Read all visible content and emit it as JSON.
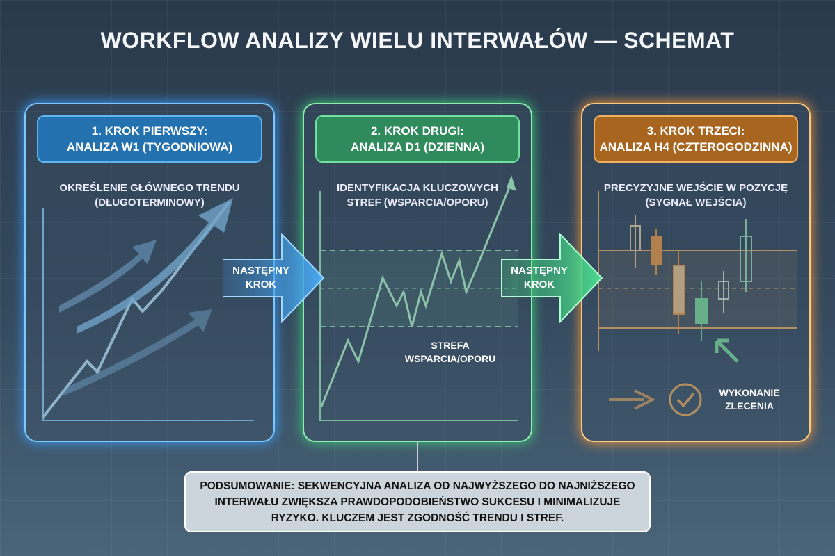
{
  "title": "WORKFLOW ANALIZY WIELU INTERWAŁÓW — SCHEMAT",
  "steps": [
    {
      "header_line1": "1. KROK PIERWSZY:",
      "header_line2": "ANALIZA W1 (TYGODNIOWA)",
      "desc_line1": "OKREŚLENIE GŁÓWNEGO TRENDU",
      "desc_line2": "(DŁUGOTERMINOWY)",
      "color": "#5fb4f0"
    },
    {
      "header_line1": "2. KROK DRUGI:",
      "header_line2": "ANALIZA D1 (DZIENNA)",
      "desc_line1": "IDENTYFIKACJA KLUCZOWYCH",
      "desc_line2": "STREF (WSPARCIA/OPORU)",
      "zone_label_line1": "STREFA",
      "zone_label_line2": "WSPARCIA/OPORU",
      "color": "#6fe0a0"
    },
    {
      "header_line1": "3. KROK TRZECI:",
      "header_line2": "ANALIZA H4 (CZTEROGODZINNA)",
      "desc_line1": "PRECYZYJNE WEJŚCIE W POZYCJĘ",
      "desc_line2": "(SYGNAŁ WEJŚCIA)",
      "exec_line1": "WYKONANIE",
      "exec_line2": "ZLECENIA",
      "color": "#f2b060"
    }
  ],
  "next_step": {
    "line1": "NASTĘPNY",
    "line2": "KROK"
  },
  "summary": "PODSUMOWANIE: SEKWENCYJNA ANALIZA OD NAJWYŻSZEGO DO NAJNIŻSZEGO INTERWAŁU ZWIĘKSZA PRAWDOPODOBIEŃSTWO SUKCESU I MINIMALIZUJE RYZYKO. KLUCZEM JEST ZGODNOŚĆ TRENDU I STREF."
}
